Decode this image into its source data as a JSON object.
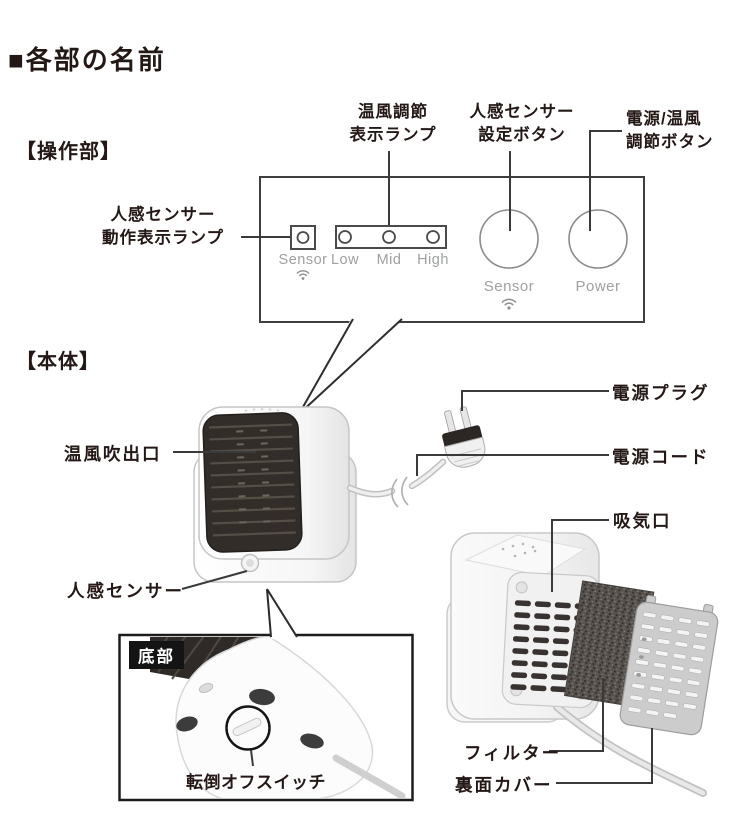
{
  "page": {
    "title": "■各部の名前"
  },
  "sections": {
    "control": {
      "heading": "【操作部】"
    },
    "body": {
      "heading": "【本体】"
    }
  },
  "control_panel": {
    "callout_labels": {
      "sensor_lamp": "人感センサー\n動作表示ランプ",
      "warm_air_lamp": "温風調節\n表示ランプ",
      "sensor_button": "人感センサー\n設定ボタン",
      "power_button": "電源/温風\n調節ボタン"
    },
    "printed_labels": {
      "sensor_led": "Sensor",
      "low": "Low",
      "mid": "Mid",
      "high": "High",
      "sensor_button": "Sensor",
      "power_button": "Power"
    }
  },
  "body_diagram": {
    "labels": {
      "air_outlet": "温風吹出口",
      "power_plug": "電源プラグ",
      "power_cord": "電源コード",
      "air_intake": "吸気口",
      "human_sensor": "人感センサー",
      "bottom_tag": "底部",
      "tipover_switch": "転倒オフスイッチ",
      "filter": "フィルター",
      "back_cover": "裏面カバー"
    }
  },
  "colors": {
    "text": "#231815",
    "leader_line": "#3a3a3a",
    "panel_text_gray": "#9fa0a0",
    "grille_dark": "#332d2a"
  }
}
